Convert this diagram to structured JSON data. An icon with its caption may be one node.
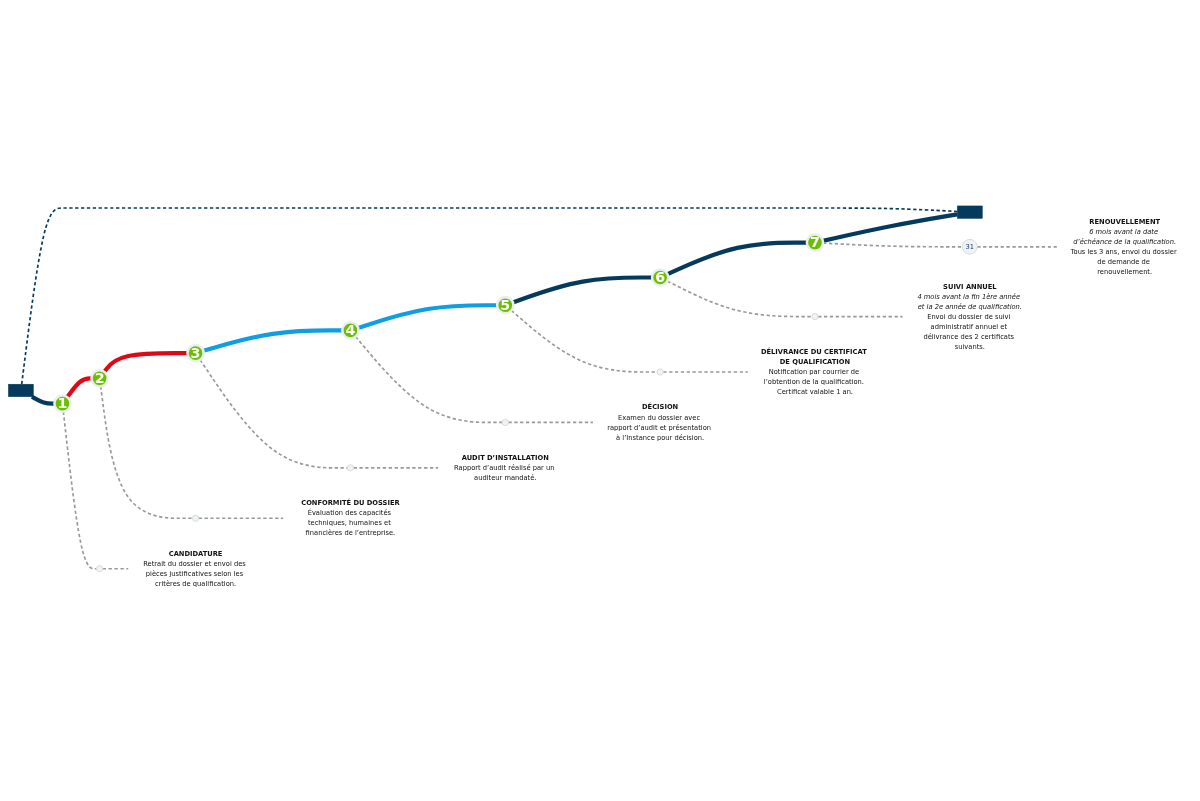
{
  "diagram": {
    "nodes": [
      {
        "text": [],
        "shape": "bar"
      },
      {
        "text": [],
        "shape": "bar"
      },
      {
        "text": [
          "1"
        ]
      },
      {
        "text": [],
        "shape": "picture"
      },
      {
        "text": [
          "CANDIDATURE",
          "Retrait du dossier et envoi des pièces justificatives selon les critères de qualification."
        ]
      },
      {
        "text": [
          "2"
        ]
      },
      {
        "text": [],
        "shape": "picture"
      },
      {
        "text": [
          "CONFORMITÉ DU DOSSIER",
          "Évaluation des capacités techniques, humaines et financières de l’entreprise."
        ]
      },
      {
        "text": [
          "3"
        ]
      },
      {
        "text": [],
        "shape": "picture"
      },
      {
        "text": [
          "AUDIT D’INSTALLATION",
          "Rapport d’audit réalisé par un auditeur mandaté."
        ]
      },
      {
        "text": [
          "4"
        ]
      },
      {
        "text": [],
        "shape": "picture"
      },
      {
        "text": [
          "DÉCISION",
          "Examen du dossier avec rapport d’audit et présentation à l’Instance pour décision."
        ]
      },
      {
        "text": [
          "5"
        ]
      },
      {
        "text": [],
        "shape": "picture"
      },
      {
        "text": [
          "DÉLIVRANCE DU CERTIFICAT DE QUALIFICATION",
          "Notification par courrier de l’obtention de la qualification. Certificat valable 1 an."
        ]
      },
      {
        "text": [
          "6"
        ]
      },
      {
        "text": [],
        "shape": "picture"
      },
      {
        "text": [
          "SUIVI ANNUEL",
          "4 mois avant la fin 1ère année et la 2e année de qualification.",
          "Envoi du dossier de suivi administratif annuel et délivrance des 2 certificats suivants."
        ]
      },
      {
        "text": [
          "7"
        ]
      },
      {
        "text": [
          "31"
        ]
      },
      {
        "text": [
          "RENOUVELLEMENT",
          "6 mois avant la date d’échéance de la qualification.",
          "Tous les 3 ans, envoi du dossier de demande de renouvellement."
        ]
      }
    ],
    "edges": [
      {
        "from": 0,
        "to": 1,
        "arrow": "none",
        "style": "dashed",
        "color": "#063a5c"
      },
      {
        "from": 0,
        "to": 2,
        "arrow": "none",
        "style": "thick",
        "color": "#063a5c"
      },
      {
        "from": 2,
        "to": 5,
        "arrow": "none",
        "style": "thick",
        "color": "#e30613"
      },
      {
        "from": 5,
        "to": 8,
        "arrow": "none",
        "style": "thick",
        "color": "#e30613"
      },
      {
        "from": 8,
        "to": 11,
        "arrow": "none",
        "style": "thick",
        "color": "#0f9de3"
      },
      {
        "from": 11,
        "to": 14,
        "arrow": "none",
        "style": "thick",
        "color": "#0f9de3"
      },
      {
        "from": 14,
        "to": 17,
        "arrow": "none",
        "style": "thick",
        "color": "#063a5c"
      },
      {
        "from": 17,
        "to": 20,
        "arrow": "none",
        "style": "thick",
        "color": "#063a5c"
      },
      {
        "from": 20,
        "to": 1,
        "arrow": "none",
        "style": "thick",
        "color": "#063a5c"
      },
      {
        "from": 2,
        "to": 3,
        "arrow": "none",
        "style": "dashed"
      },
      {
        "from": 3,
        "to": 4,
        "arrow": "none",
        "style": "dashed"
      },
      {
        "from": 5,
        "to": 6,
        "arrow": "none",
        "style": "dashed"
      },
      {
        "from": 6,
        "to": 7,
        "arrow": "none",
        "style": "dashed"
      },
      {
        "from": 8,
        "to": 9,
        "arrow": "none",
        "style": "dashed"
      },
      {
        "from": 9,
        "to": 10,
        "arrow": "none",
        "style": "dashed"
      },
      {
        "from": 11,
        "to": 12,
        "arrow": "none",
        "style": "dashed"
      },
      {
        "from": 12,
        "to": 13,
        "arrow": "none",
        "style": "dashed"
      },
      {
        "from": 14,
        "to": 15,
        "arrow": "none",
        "style": "dashed"
      },
      {
        "from": 15,
        "to": 16,
        "arrow": "none",
        "style": "dashed"
      },
      {
        "from": 17,
        "to": 18,
        "arrow": "none",
        "style": "dashed"
      },
      {
        "from": 18,
        "to": 19,
        "arrow": "none",
        "style": "dashed"
      },
      {
        "from": 20,
        "to": 21,
        "arrow": "none",
        "style": "dashed"
      },
      {
        "from": 21,
        "to": 22,
        "arrow": "none",
        "style": "dashed"
      }
    ]
  }
}
